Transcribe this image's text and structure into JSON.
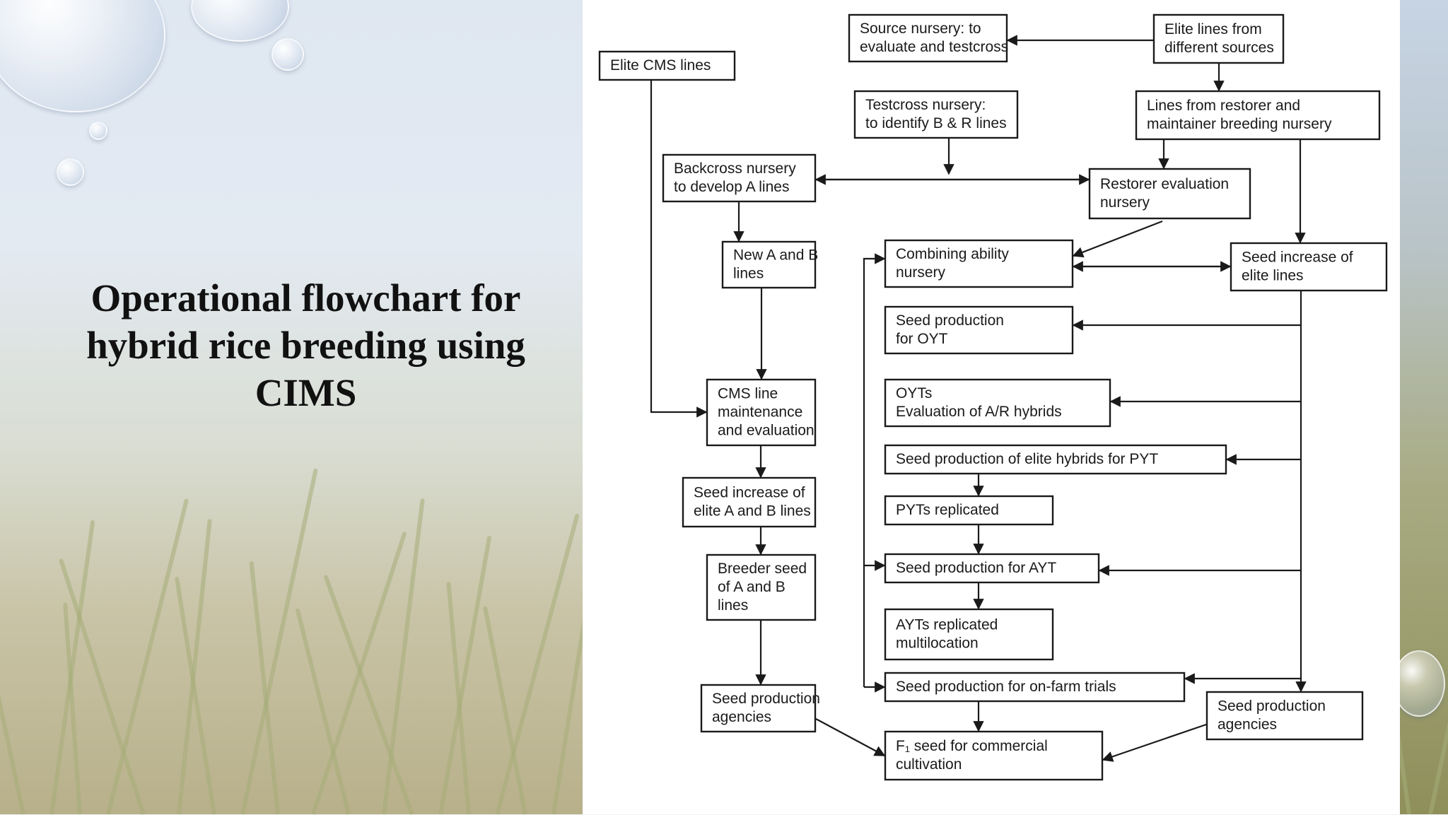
{
  "title": {
    "line1": "Operational flowchart for",
    "line2": "hybrid rice breeding using",
    "line3": "CIMS"
  },
  "flowchart": {
    "nodes": {
      "source_nursery": [
        "Source nursery: to",
        "evaluate and testcross"
      ],
      "elite_lines_sources": [
        "Elite lines from",
        "different sources"
      ],
      "elite_cms": [
        "Elite CMS lines"
      ],
      "testcross_nursery": [
        "Testcross nursery:",
        "to identify B & R lines"
      ],
      "lines_restorer": [
        "Lines from restorer and",
        "maintainer breeding nursery"
      ],
      "backcross_nursery": [
        "Backcross nursery",
        "to develop A lines"
      ],
      "restorer_eval": [
        "Restorer evaluation",
        "nursery"
      ],
      "new_ab": [
        "New A and B",
        "lines"
      ],
      "combining_ability": [
        "Combining ability",
        "nursery"
      ],
      "seed_increase_elite": [
        "Seed increase of",
        "elite lines"
      ],
      "seed_prod_oyt": [
        "Seed production",
        "for OYT"
      ],
      "cms_maintenance": [
        "CMS line",
        "maintenance",
        "and evaluation"
      ],
      "oyts": [
        "OYTs",
        "Evaluation of A/R hybrids"
      ],
      "seed_prod_pyt": [
        "Seed production of elite hybrids for PYT"
      ],
      "seed_increase_ab": [
        "Seed increase of",
        "elite A and B lines"
      ],
      "pyts_replicated": [
        "PYTs replicated"
      ],
      "breeder_seed": [
        "Breeder seed",
        "of A and B",
        "lines"
      ],
      "seed_prod_ayt": [
        "Seed production for AYT"
      ],
      "ayts_replicated": [
        "AYTs replicated",
        "multilocation"
      ],
      "seed_prod_agencies_left": [
        "Seed production",
        "agencies"
      ],
      "seed_prod_onfarm": [
        "Seed production for on-farm trials"
      ],
      "seed_prod_agencies_right": [
        "Seed production",
        "agencies"
      ],
      "f1_seed": [
        "F₁ seed for commercial",
        "cultivation"
      ]
    }
  }
}
